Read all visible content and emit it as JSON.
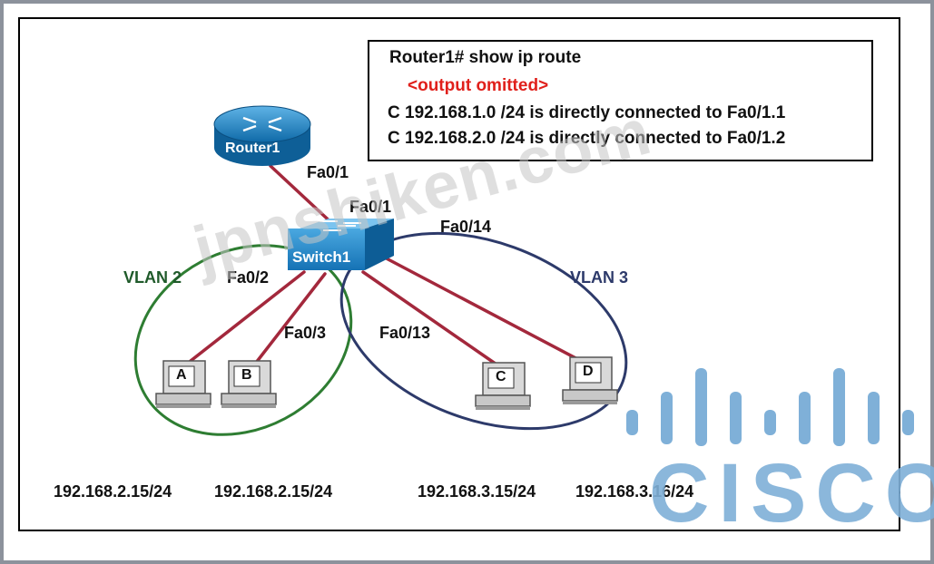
{
  "route_box": {
    "command": "Router1# show ip route",
    "omitted": "<output omitted>",
    "routes": [
      "C  192.168.1.0 /24 is directly connected to Fa0/1.1",
      "C  192.168.2.0 /24 is directly connected to Fa0/1.2"
    ]
  },
  "devices": {
    "router": "Router1",
    "switch": "Switch1",
    "pc_a": "A",
    "pc_b": "B",
    "pc_c": "C",
    "pc_d": "D"
  },
  "ports": {
    "router_fa0_1": "Fa0/1",
    "switch_fa0_1": "Fa0/1",
    "fa0_2": "Fa0/2",
    "fa0_3": "Fa0/3",
    "fa0_13": "Fa0/13",
    "fa0_14": "Fa0/14"
  },
  "vlans": {
    "vlan2": "VLAN 2",
    "vlan3": "VLAN 3"
  },
  "ips": {
    "pc_a": "192.168.2.15/24",
    "pc_b": "192.168.2.15/24",
    "pc_c": "192.168.3.15/24",
    "pc_d": "192.168.3.16/24"
  },
  "watermark": "jpnshiken.com",
  "logo": "CISCO",
  "colors": {
    "link": "#a3283c",
    "vlan2_ellipse": "#2e7d32",
    "vlan3_ellipse": "#2d3a6a",
    "omitted_text": "#e0201b",
    "device_blue": "#1a7fc0",
    "logo": "#7fb0d8"
  },
  "icons": {
    "router": "router-icon",
    "switch": "switch-icon",
    "pc": "pc-icon"
  }
}
